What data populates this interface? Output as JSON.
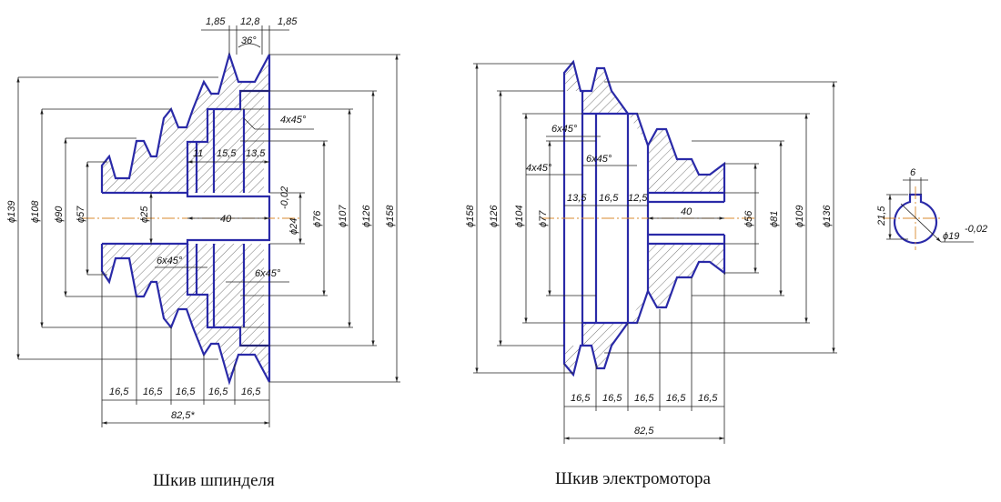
{
  "captions": {
    "spindle": "Шкив шпинделя",
    "motor": "Шкив электромотора"
  },
  "spindle": {
    "top": [
      "1,85",
      "12,8",
      "1,85"
    ],
    "angle": "36°",
    "diameters": [
      "ϕ139",
      "ϕ108",
      "ϕ90",
      "ϕ57"
    ],
    "bore": "ϕ25",
    "bore_length": "40",
    "right_diameters": [
      "ϕ24",
      "ϕ76",
      "ϕ107",
      "ϕ126",
      "ϕ158"
    ],
    "tolerance": "-0,02",
    "chamfer_top": "4x45°",
    "chamfer_bottom_left": "6x45°",
    "chamfer_bottom_right": "6x45°",
    "steps": [
      "11",
      "15,5",
      "13,5"
    ],
    "widths": [
      "16,5",
      "16,5",
      "16,5",
      "16,5",
      "16,5"
    ],
    "total": "82,5*"
  },
  "motor": {
    "diameters": [
      "ϕ158",
      "ϕ126",
      "ϕ104",
      "ϕ77"
    ],
    "chamfer_a": "6x45°",
    "chamfer_b": "4x45°",
    "chamfer_c": "6x45°",
    "steps": [
      "13,5",
      "16,5",
      "12,5"
    ],
    "bore_length": "40",
    "right_diameters": [
      "ϕ56",
      "ϕ81",
      "ϕ109",
      "ϕ136"
    ],
    "widths": [
      "16,5",
      "16,5",
      "16,5",
      "16,5",
      "16,5"
    ],
    "total": "82,5"
  },
  "key": {
    "width": "6",
    "depth": "21,5",
    "diameter": "ϕ19",
    "tolerance": "-0,02"
  }
}
